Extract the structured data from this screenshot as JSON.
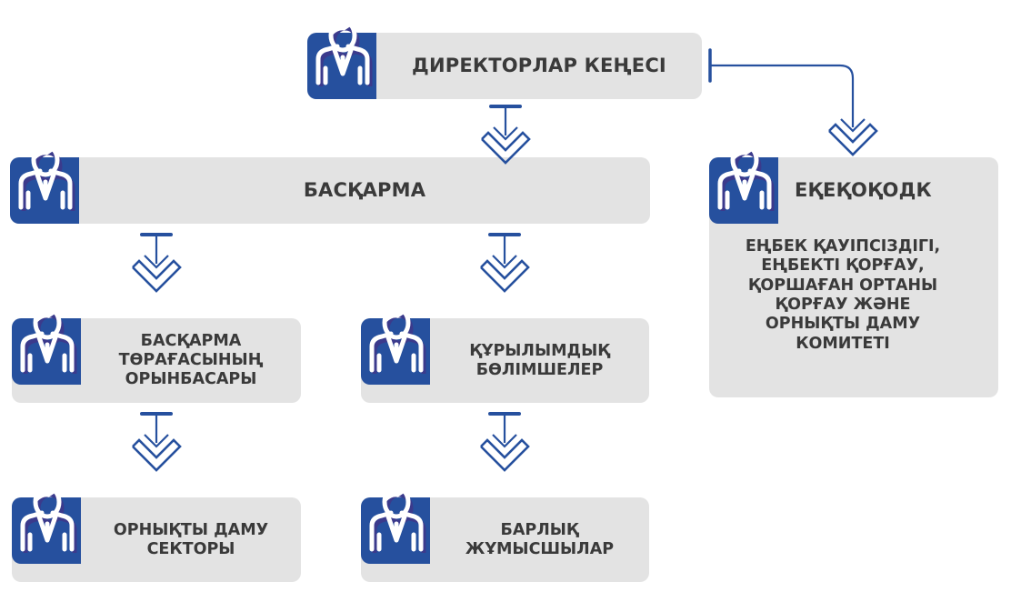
{
  "colors": {
    "accent": "#26509e",
    "box": "#e3e3e3",
    "text": "#3a3a3a"
  },
  "nodes": {
    "board_of_directors": {
      "label": "ДИРЕКТОРЛАР КЕҢЕСІ",
      "icon": "person-icon"
    },
    "management_board": {
      "label": "БАСҚАРМА",
      "icon": "person-icon"
    },
    "committee": {
      "label": "ЕҚЕҚОҚОДК",
      "description": "ЕҢБЕК ҚАУІПСІЗДІГІ,\nЕҢБЕКТІ ҚОРҒАУ,\nҚОРШАҒАН ОРТАНЫ\nҚОРҒАУ ЖӘНЕ\nОРНЫҚТЫ ДАМУ\nКОМИТЕТІ",
      "icon": "person-icon"
    },
    "deputy_chairman": {
      "label": "БАСҚАРМА\nТӨРАҒАСЫНЫҢ\nОРЫНБАСАРЫ",
      "icon": "person-icon"
    },
    "structural_units": {
      "label": "ҚҰРЫЛЫМДЫҚ\nБӨЛІМШЕЛЕР",
      "icon": "person-icon"
    },
    "sustainability_sector": {
      "label": "ОРНЫҚТЫ ДАМУ\nСЕКТОРЫ",
      "icon": "person-icon"
    },
    "all_employees": {
      "label": "БАРЛЫҚ\nЖҰМЫСШЫЛАР",
      "icon": "person-icon"
    }
  },
  "edges": [
    {
      "from": "board_of_directors",
      "to": "management_board"
    },
    {
      "from": "board_of_directors",
      "to": "committee"
    },
    {
      "from": "management_board",
      "to": "deputy_chairman"
    },
    {
      "from": "management_board",
      "to": "structural_units"
    },
    {
      "from": "deputy_chairman",
      "to": "sustainability_sector"
    },
    {
      "from": "structural_units",
      "to": "all_employees"
    }
  ]
}
